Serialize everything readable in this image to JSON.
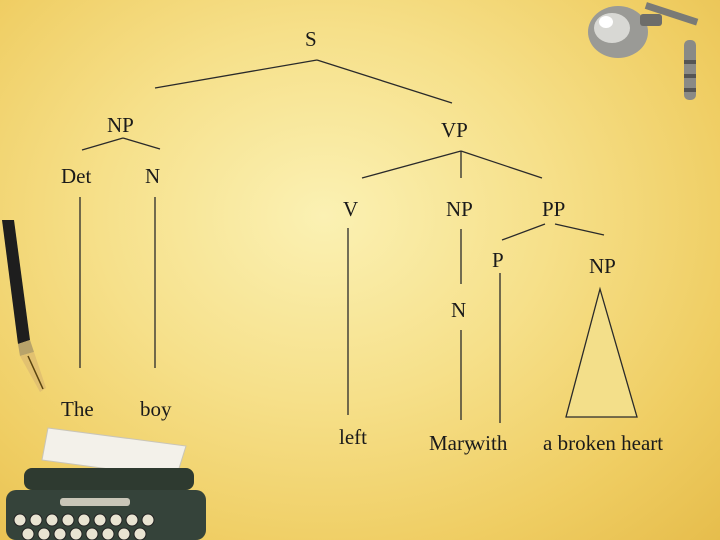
{
  "tree": {
    "S": "S",
    "NP_subject": "NP",
    "VP": "VP",
    "Det": "Det",
    "N_subject": "N",
    "V": "V",
    "NP_object": "NP",
    "PP": "PP",
    "P": "P",
    "NP_pp": "NP",
    "N_object": "N"
  },
  "words": {
    "the": "The",
    "boy": "boy",
    "left": "left",
    "mary": "Mary",
    "with": "with",
    "phrase": "a broken heart"
  },
  "colors": {
    "background": "#f6e08a",
    "line": "#2a2a2a",
    "triangle_fill": "#f3df8a"
  },
  "decorations": [
    "desk-lamp-icon",
    "fountain-pen-icon",
    "typewriter-icon"
  ]
}
